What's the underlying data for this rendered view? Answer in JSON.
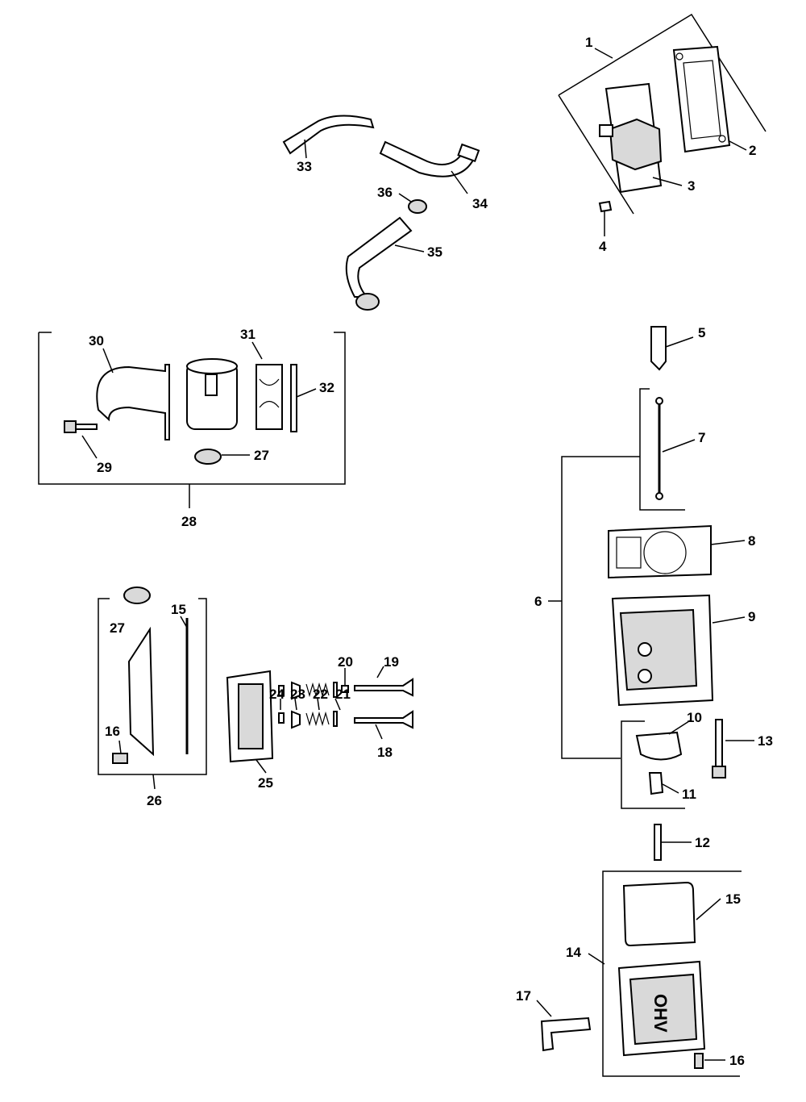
{
  "callouts": {
    "c1": "1",
    "c2": "2",
    "c3": "3",
    "c4": "4",
    "c5": "5",
    "c6": "6",
    "c7": "7",
    "c8": "8",
    "c9": "9",
    "c10": "10",
    "c11": "11",
    "c12": "12",
    "c13": "13",
    "c14": "14",
    "c15a": "15",
    "c15b": "15",
    "c16a": "16",
    "c16b": "16",
    "c17": "17",
    "c18": "18",
    "c19": "19",
    "c20": "20",
    "c21": "21",
    "c22": "22",
    "c23": "23",
    "c24": "24",
    "c25": "25",
    "c26": "26",
    "c27a": "27",
    "c27b": "27",
    "c28": "28",
    "c29": "29",
    "c30": "30",
    "c31": "31",
    "c32": "32",
    "c33": "33",
    "c34": "34",
    "c35": "35",
    "c36": "36"
  },
  "cover_text": "OHV"
}
